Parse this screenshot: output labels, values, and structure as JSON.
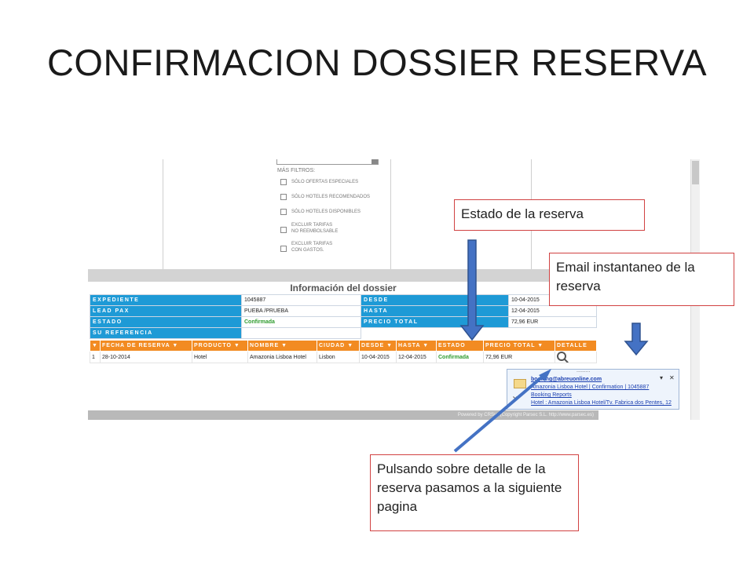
{
  "slide": {
    "title": "CONFIRMACION DOSSIER RESERVA"
  },
  "filters": {
    "heading": "MÁS FILTROS:",
    "options": [
      {
        "lines": [
          "SÓLO OFERTAS ESPECIALES"
        ]
      },
      {
        "lines": [
          "SÓLO HOTELES RECOMENDADOS"
        ]
      },
      {
        "lines": [
          "SÓLO HOTELES DISPONIBLES"
        ]
      },
      {
        "lines": [
          "EXCLUIR TARIFAS",
          "NO REEMBOLSABLE"
        ]
      },
      {
        "lines": [
          "EXCLUIR TARIFAS",
          "CON GASTOS."
        ]
      }
    ]
  },
  "dossier": {
    "title": "Información del dossier",
    "expediente_label": "EXPEDIENTE",
    "expediente": "1045887",
    "desde_label": "DESDE",
    "desde": "10-04-2015",
    "lead_pax_label": "LEAD PAX",
    "lead_pax": "PUEBA /PRUEBA",
    "hasta_label": "HASTA",
    "hasta": "12-04-2015",
    "estado_label": "ESTADO",
    "estado": "Confirmada",
    "precio_label": "PRECIO TOTAL",
    "precio": "72,96 EUR",
    "referencia_label": "SU REFERENCIA"
  },
  "results": {
    "columns": [
      "FECHA DE RESERVA",
      "PRODUCTO",
      "NOMBRE",
      "CIUDAD",
      "DESDE",
      "HASTA",
      "ESTADO",
      "PRECIO TOTAL",
      "DETALLE"
    ],
    "row": {
      "num": "1",
      "fecha": "28-10-2014",
      "producto": "Hotel",
      "nombre": "Amazonia Lisboa Hotel",
      "ciudad": "Lisbon",
      "desde": "10-04-2015",
      "hasta": "12-04-2015",
      "estado": "Confirmada",
      "precio": "72,96 EUR"
    }
  },
  "footer": {
    "text": "Powered by CRSys (Copyright Parsec S.L.  http://www.parsec.es)"
  },
  "email_popup": {
    "sender": "booking@abreuonline.com",
    "subject": "Amazonia Lisboa Hotel | Confirmation | 1045887",
    "folder": "Booking Reports",
    "preview": "Hotel : Amazonia Lisboa Hotel/Tv. Fabrica dos Pentes, 12"
  },
  "callouts": {
    "estado": "Estado de la reserva",
    "email": "Email instantaneo de la reserva",
    "detalle": "Pulsando sobre detalle de la reserva pasamos a la siguiente pagina"
  },
  "colors": {
    "label_blue": "#1e9ad6",
    "header_orange": "#f28b22",
    "confirmed_green": "#2e9b2e",
    "callout_border": "#d14242",
    "arrow_blue": "#4472c4"
  }
}
